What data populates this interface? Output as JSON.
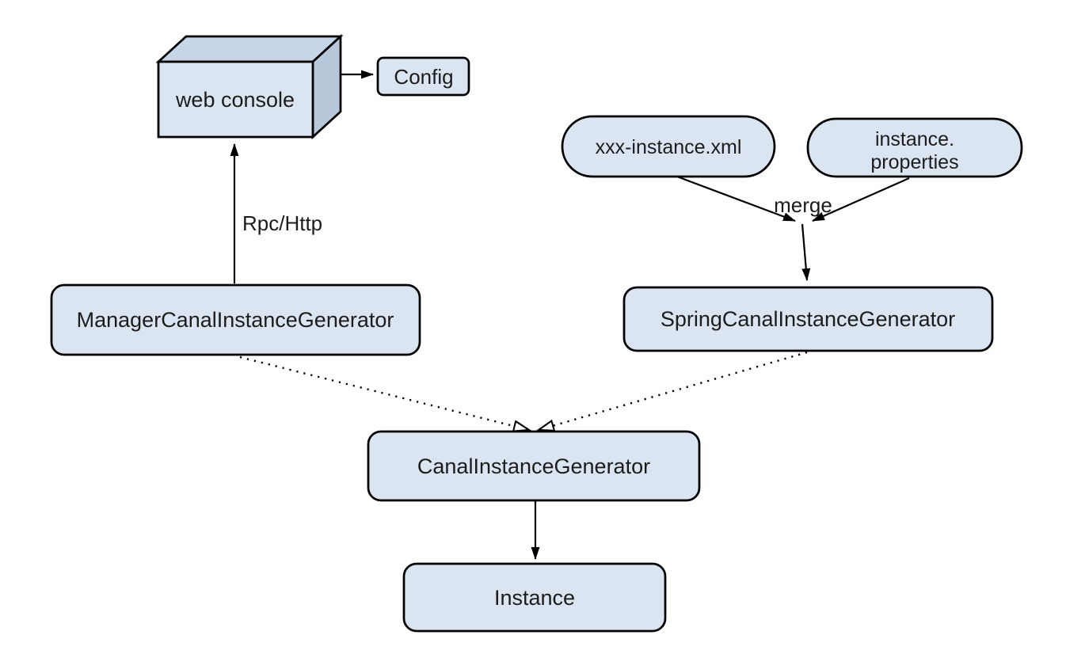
{
  "diagram": {
    "colors": {
      "background": "#ffffff",
      "node_fill": "#dbe5f1",
      "cube_top_fill": "#c6d5e7",
      "cube_side_fill": "#b8c8db",
      "stroke": "#000000",
      "text": "#1c1c1c"
    },
    "nodes": {
      "web_console": "web console",
      "config": "Config",
      "xxx_instance_xml": "xxx-instance.xml",
      "instance_properties_line1": "instance.",
      "instance_properties_line2": "properties",
      "manager_generator": "ManagerCanalInstanceGenerator",
      "spring_generator": "SpringCanalInstanceGenerator",
      "canal_generator": "CanalInstanceGenerator",
      "instance": "Instance"
    },
    "edge_labels": {
      "rpc_http": "Rpc/Http",
      "merge": "merge"
    }
  }
}
